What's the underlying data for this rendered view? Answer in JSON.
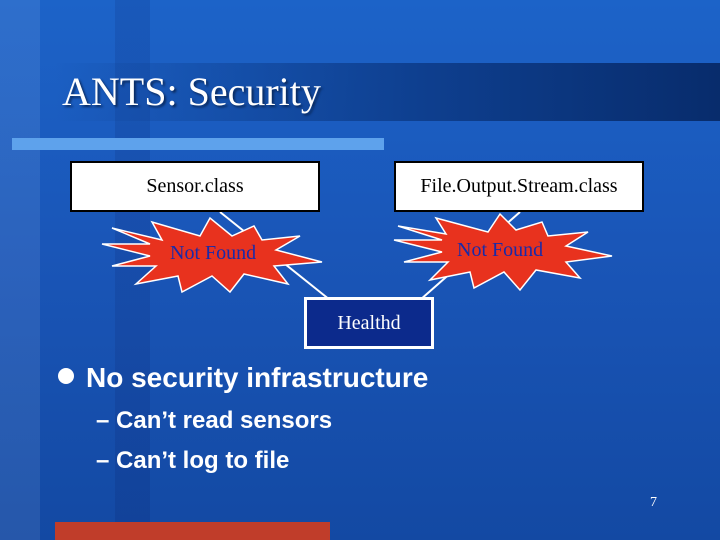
{
  "slide": {
    "title": "ANTS: Security",
    "page_number": "7"
  },
  "diagram": {
    "sensor_box": "Sensor.class",
    "fos_box": "File.Output.Stream.class",
    "healthd_box": "Healthd",
    "burst_left": "Not Found",
    "burst_right": "Not Found"
  },
  "bullets": {
    "main": "No security infrastructure",
    "sub": [
      "– Can’t read sensors",
      "– Can’t log to file"
    ]
  },
  "colors": {
    "background": "#1a56b8",
    "burst_fill": "#e8321e",
    "burst_text": "#1a2aa8",
    "healthd_fill": "#0c2a8c",
    "accent_bar": "#c03d2a"
  },
  "icons": {
    "bullet": "filled-circle-bullet"
  }
}
